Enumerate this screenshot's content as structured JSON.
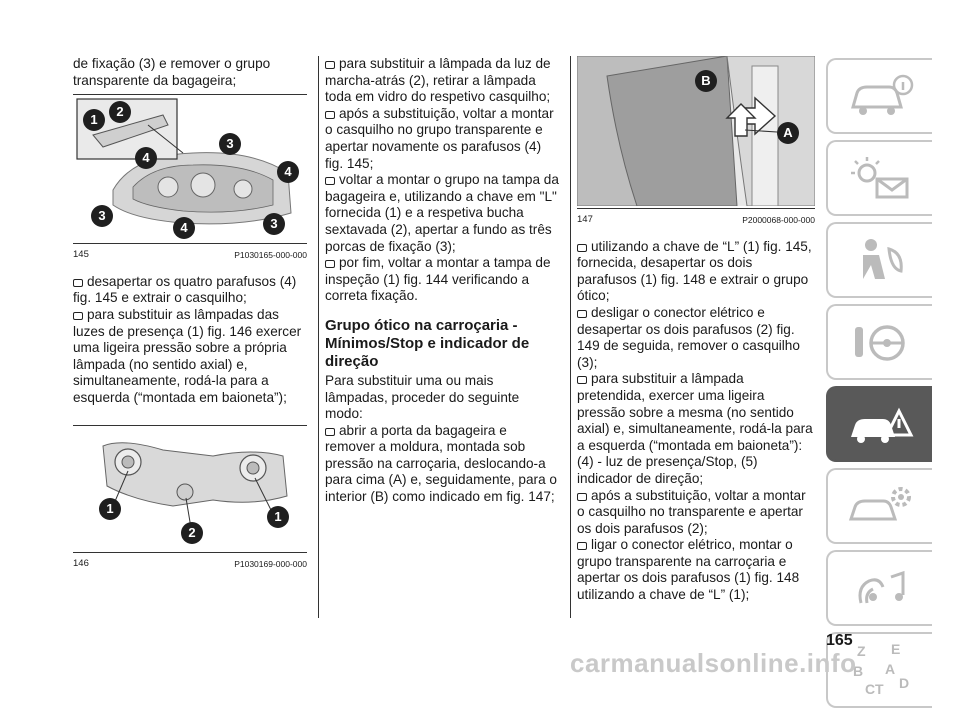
{
  "page_number": "165",
  "watermark": "carmanualsonline.info",
  "col1": {
    "intro": "de fixação (3) e remover o grupo transparente da bagageira;",
    "fig145": {
      "number": "145",
      "code": "P1030165-000-000",
      "callouts": [
        "1",
        "2",
        "3",
        "4",
        "4",
        "3",
        "3",
        "4"
      ]
    },
    "bullets1": [
      "desapertar os quatro parafusos (4) fig. 145 e extrair o casquilho;",
      "para substituir as lâmpadas das luzes de presença (1) fig. 146 exercer uma ligeira pressão sobre a própria lâmpada (no sentido axial) e, simultaneamente, rodá-la para a esquerda (“montada em baioneta”);"
    ],
    "fig146": {
      "number": "146",
      "code": "P1030169-000-000",
      "callouts": [
        "1",
        "2",
        "1"
      ]
    }
  },
  "col2": {
    "bullets1": [
      "para substituir a lâmpada da luz de marcha-atrás (2), retirar a lâmpada toda em vidro do respetivo casquilho;",
      "após a substituição, voltar a montar o casquilho no grupo transparente e apertar novamente os parafusos (4) fig. 145;",
      "voltar a montar o grupo na tampa da bagageira e, utilizando a chave em \"L\" fornecida (1) e a respetiva bucha sextavada (2), apertar a fundo as três porcas de fixação (3);",
      "por fim, voltar a montar a tampa de inspeção (1) fig. 144 verificando a correta fixação."
    ],
    "heading": "Grupo ótico na carroçaria - Mínimos/Stop e indicador de direção",
    "paragraph": "Para substituir uma ou mais lâmpadas, proceder do seguinte modo:",
    "bullets2": [
      "abrir a porta da bagageira e remover a moldura, montada sob pressão na carroçaria, deslocando-a para cima (A) e, seguidamente, para o interior (B) como indicado em fig. 147;"
    ]
  },
  "col3": {
    "fig147": {
      "number": "147",
      "code": "P2000068-000-000",
      "callouts": [
        "B",
        "A"
      ]
    },
    "bullets": [
      "utilizando a chave de “L” (1) fig. 145, fornecida, desapertar os dois parafusos (1) fig. 148 e extrair o grupo ótico;",
      "desligar o conector elétrico e desapertar os dois parafusos (2) fig. 149 de seguida, remover o casquilho (3);",
      "para substituir a lâmpada pretendida, exercer uma ligeira pressão sobre a mesma (no sentido axial) e, simultaneamente, rodá-la para a esquerda (“montada em baioneta”): (4) - luz de presença/Stop, (5) indicador de direção;",
      "após a substituição, voltar a montar o casquilho no transparente e apertar os dois parafusos (2);",
      "ligar o conector elétrico, montar o grupo transparente na carroçaria e apertar os dois parafusos (1) fig. 148 utilizando a chave de “L” (1);"
    ]
  },
  "sidebar": {
    "tabs": [
      {
        "icon": "car-info-icon"
      },
      {
        "icon": "warning-lights-icon"
      },
      {
        "icon": "safety-seat-icon"
      },
      {
        "icon": "steering-wheel-icon"
      },
      {
        "icon": "emergency-icon",
        "active": true
      },
      {
        "icon": "maintenance-icon"
      },
      {
        "icon": "multimedia-icon"
      },
      {
        "icon": "index-icon",
        "letters": [
          "Z",
          "E",
          "B",
          "A",
          "C",
          "T",
          "D"
        ]
      }
    ]
  }
}
